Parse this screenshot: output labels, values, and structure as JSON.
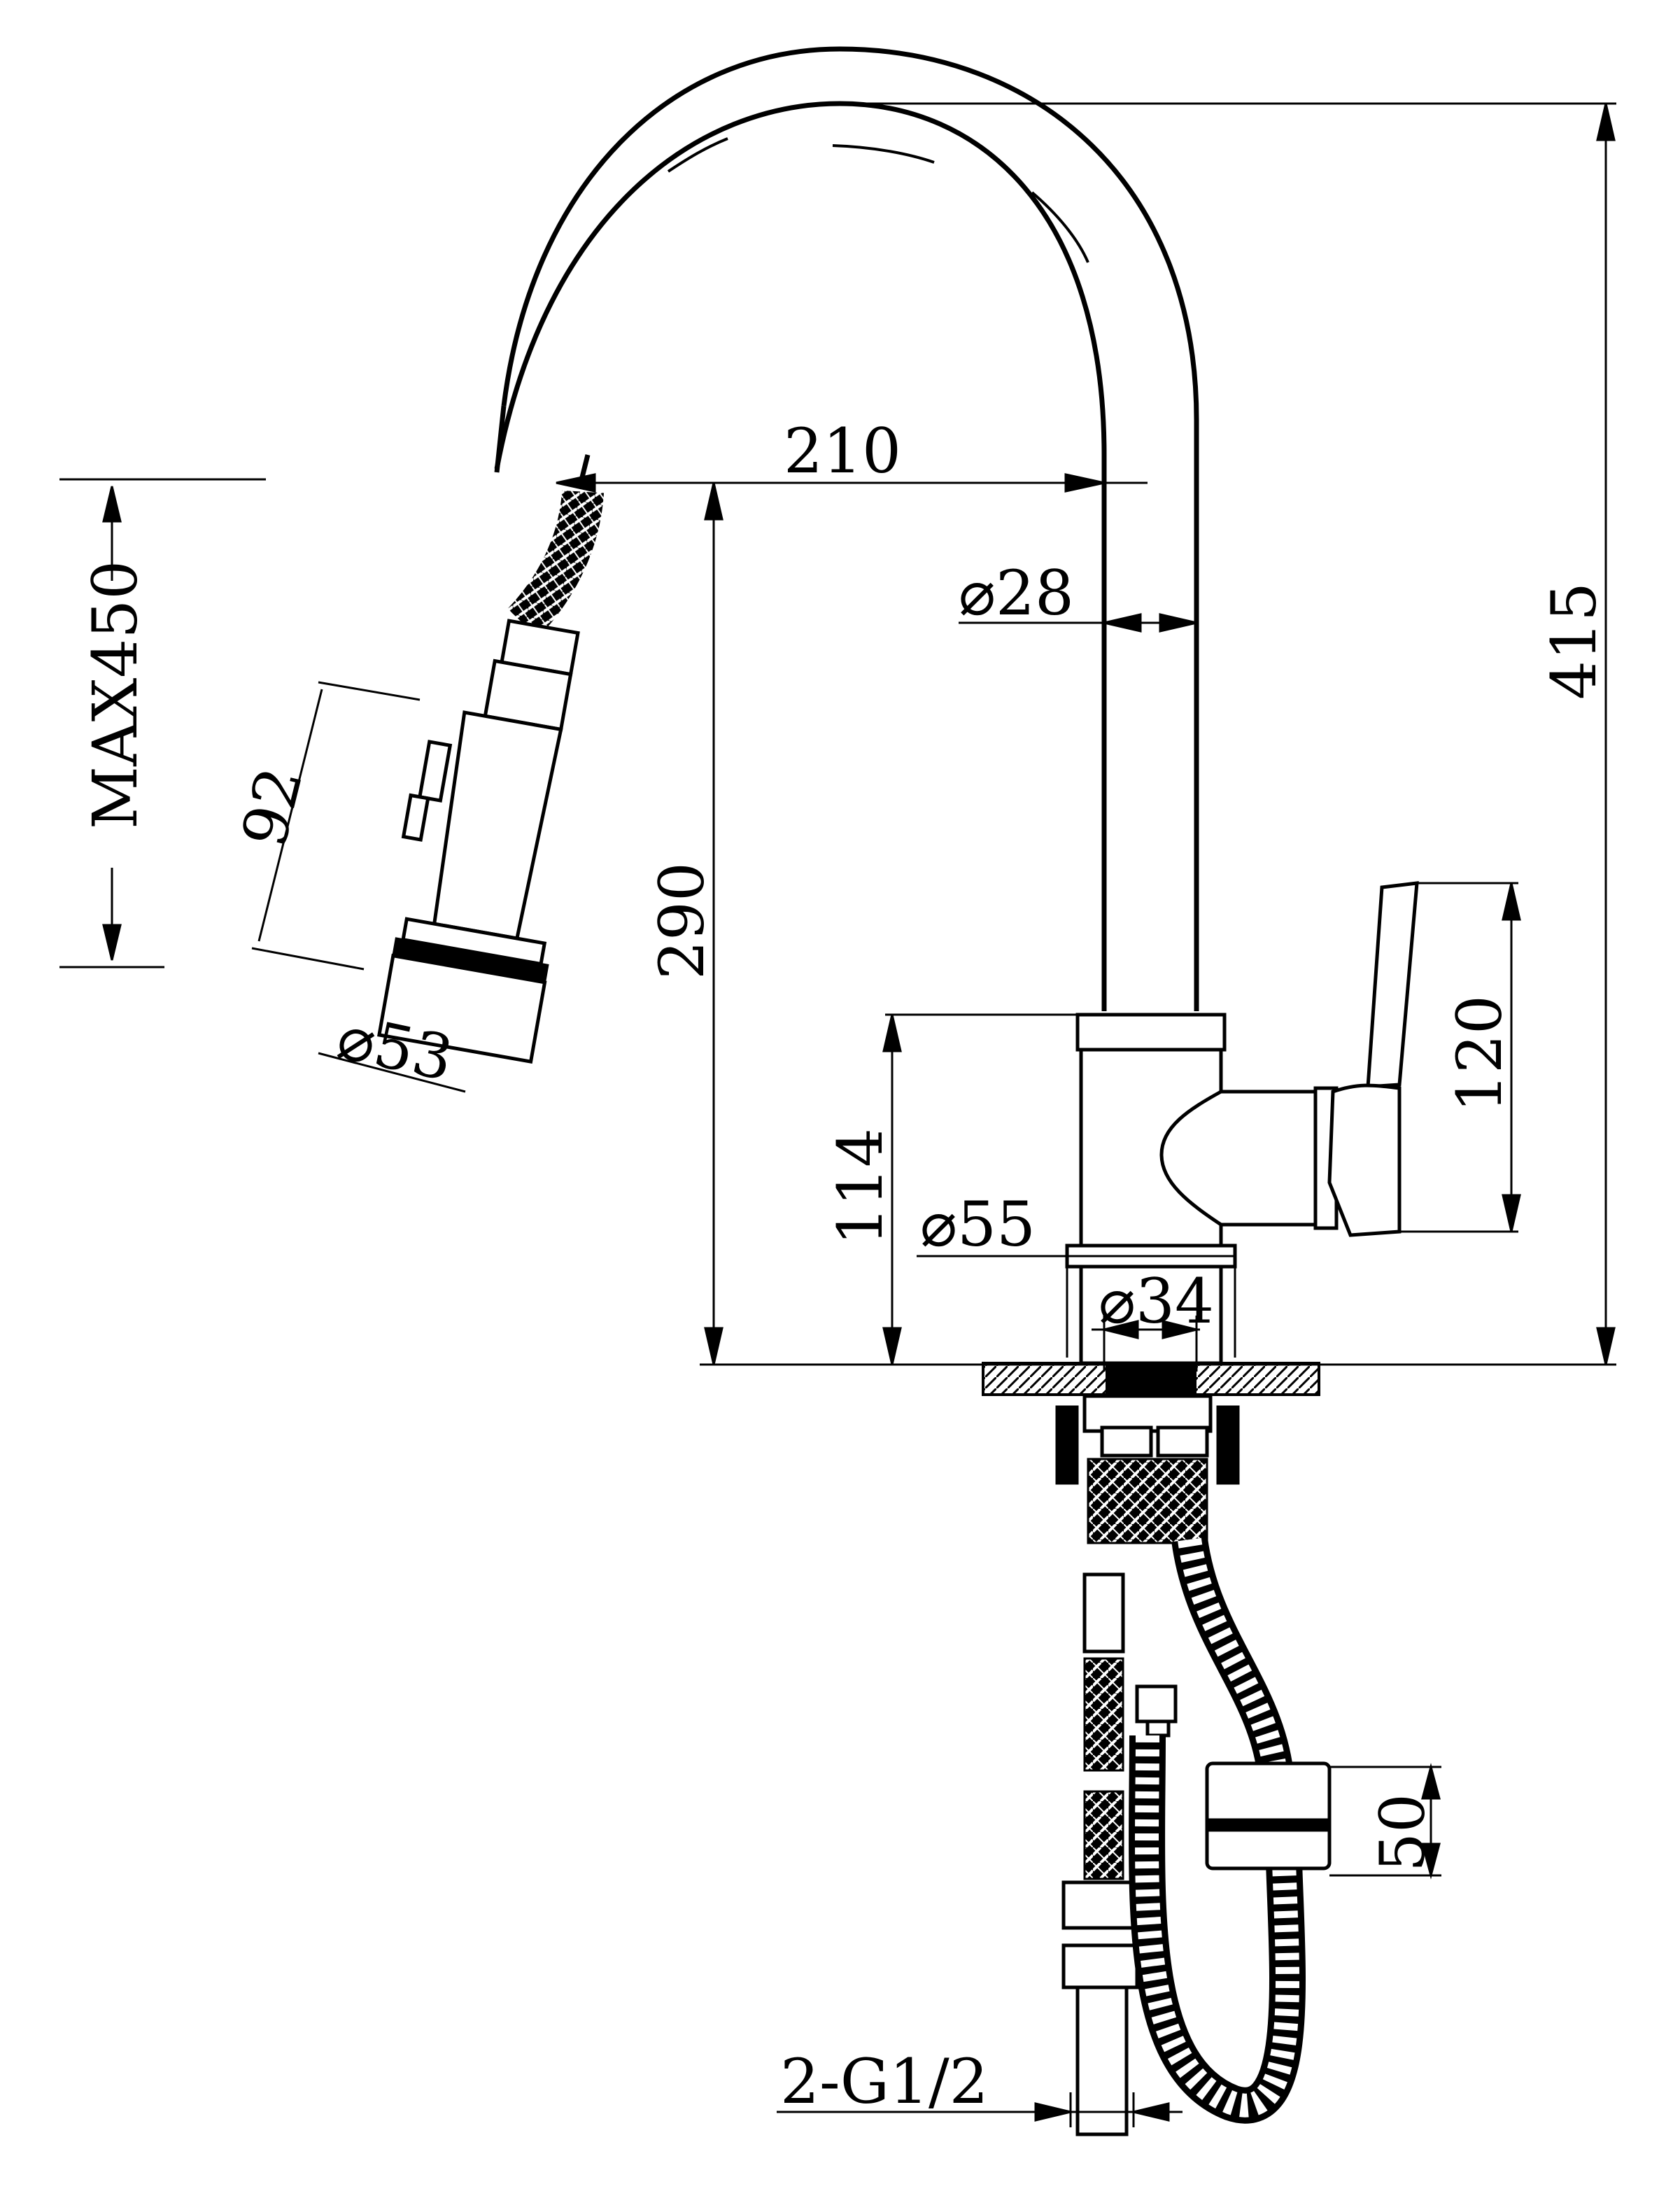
{
  "dimensions": {
    "spout_reach": "210",
    "spout_tube_diameter": "⌀28",
    "overall_height": "415",
    "spout_height": "290",
    "body_height": "114",
    "body_diameter": "⌀55",
    "mount_shank_diameter": "⌀34",
    "handle_height": "120",
    "pull_out_length": "MAX450",
    "spray_head_length": "92",
    "spray_head_diameter": "⌀53",
    "counterweight_size": "50",
    "inlet_connection": "2-G1/2"
  }
}
